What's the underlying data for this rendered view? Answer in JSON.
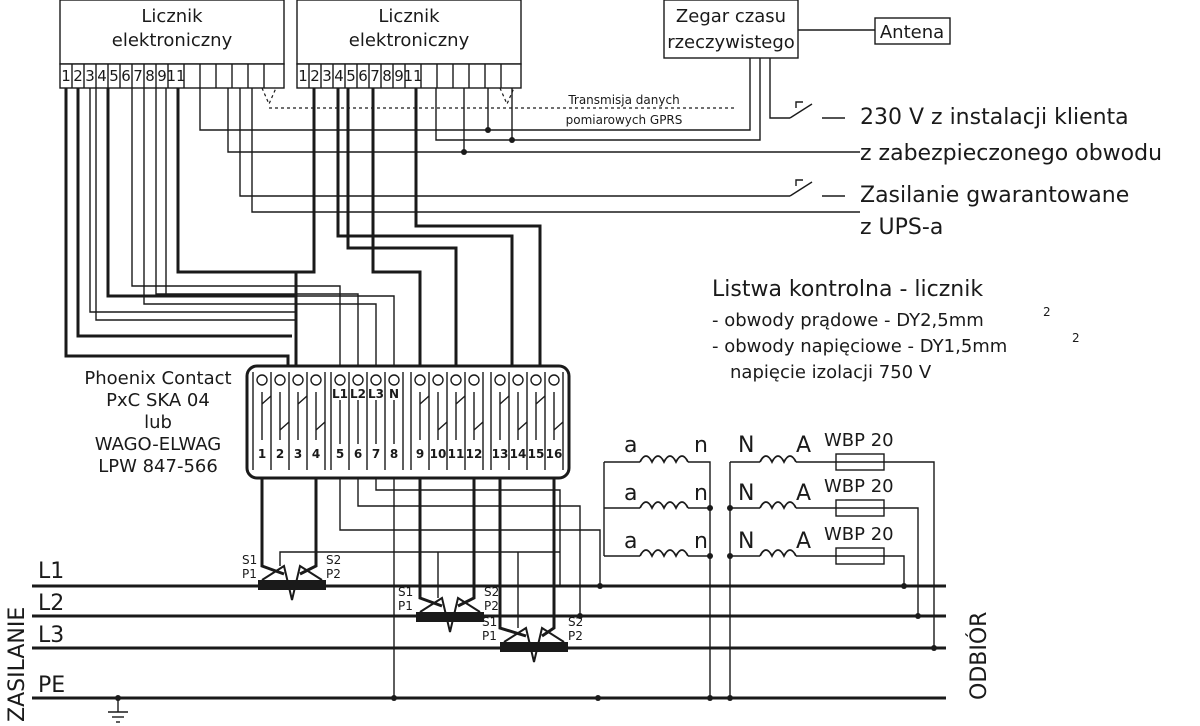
{
  "meters": [
    {
      "line1": "Licznik",
      "line2": "elektroniczny"
    },
    {
      "line1": "Licznik",
      "line2": "elektroniczny"
    }
  ],
  "meter_terminals": [
    "1",
    "2",
    "3",
    "4",
    "5",
    "6",
    "7",
    "8",
    "9",
    "11"
  ],
  "clock": {
    "line1": "Zegar czasu",
    "line2": "rzeczywistego"
  },
  "antenna": "Antena",
  "gprs": {
    "line1": "Transmisja danych",
    "line2": "pomiarowych GPRS"
  },
  "supply_client": {
    "line1": "230 V z instalacji klienta",
    "line2": "z zabezpieczonego obwodu"
  },
  "supply_ups": {
    "line1": "Zasilanie gwarantowane",
    "line2": "z UPS-a"
  },
  "control_strip": {
    "title": "Listwa kontrolna - licznik",
    "current": "- obwody prądowe - DY2,5mm",
    "voltage": "- obwody napięciowe - DY1,5mm",
    "superscript": "2",
    "insulation": "napięcie izolacji 750 V"
  },
  "terminal_block": {
    "lines": [
      "Phoenix Contact",
      "PxC SKA 04",
      "lub",
      "WAGO-ELWAG",
      "LPW 847-566"
    ],
    "labels": [
      "L1",
      "L2",
      "L3",
      "N"
    ],
    "numbers": [
      "1",
      "2",
      "3",
      "4",
      "5",
      "6",
      "7",
      "8",
      "9",
      "10",
      "11",
      "12",
      "13",
      "14",
      "15",
      "16"
    ]
  },
  "vt": {
    "primary_a": "a",
    "primary_n": "n",
    "secondary_N": "N",
    "secondary_A": "A",
    "fuse": "WBP 20"
  },
  "ct": {
    "s1": "S1",
    "s2": "S2",
    "p1": "P1",
    "p2": "P2"
  },
  "buses": [
    "L1",
    "L2",
    "L3",
    "PE"
  ],
  "side_left": "ZASILANIE",
  "side_right": "ODBIÓR"
}
